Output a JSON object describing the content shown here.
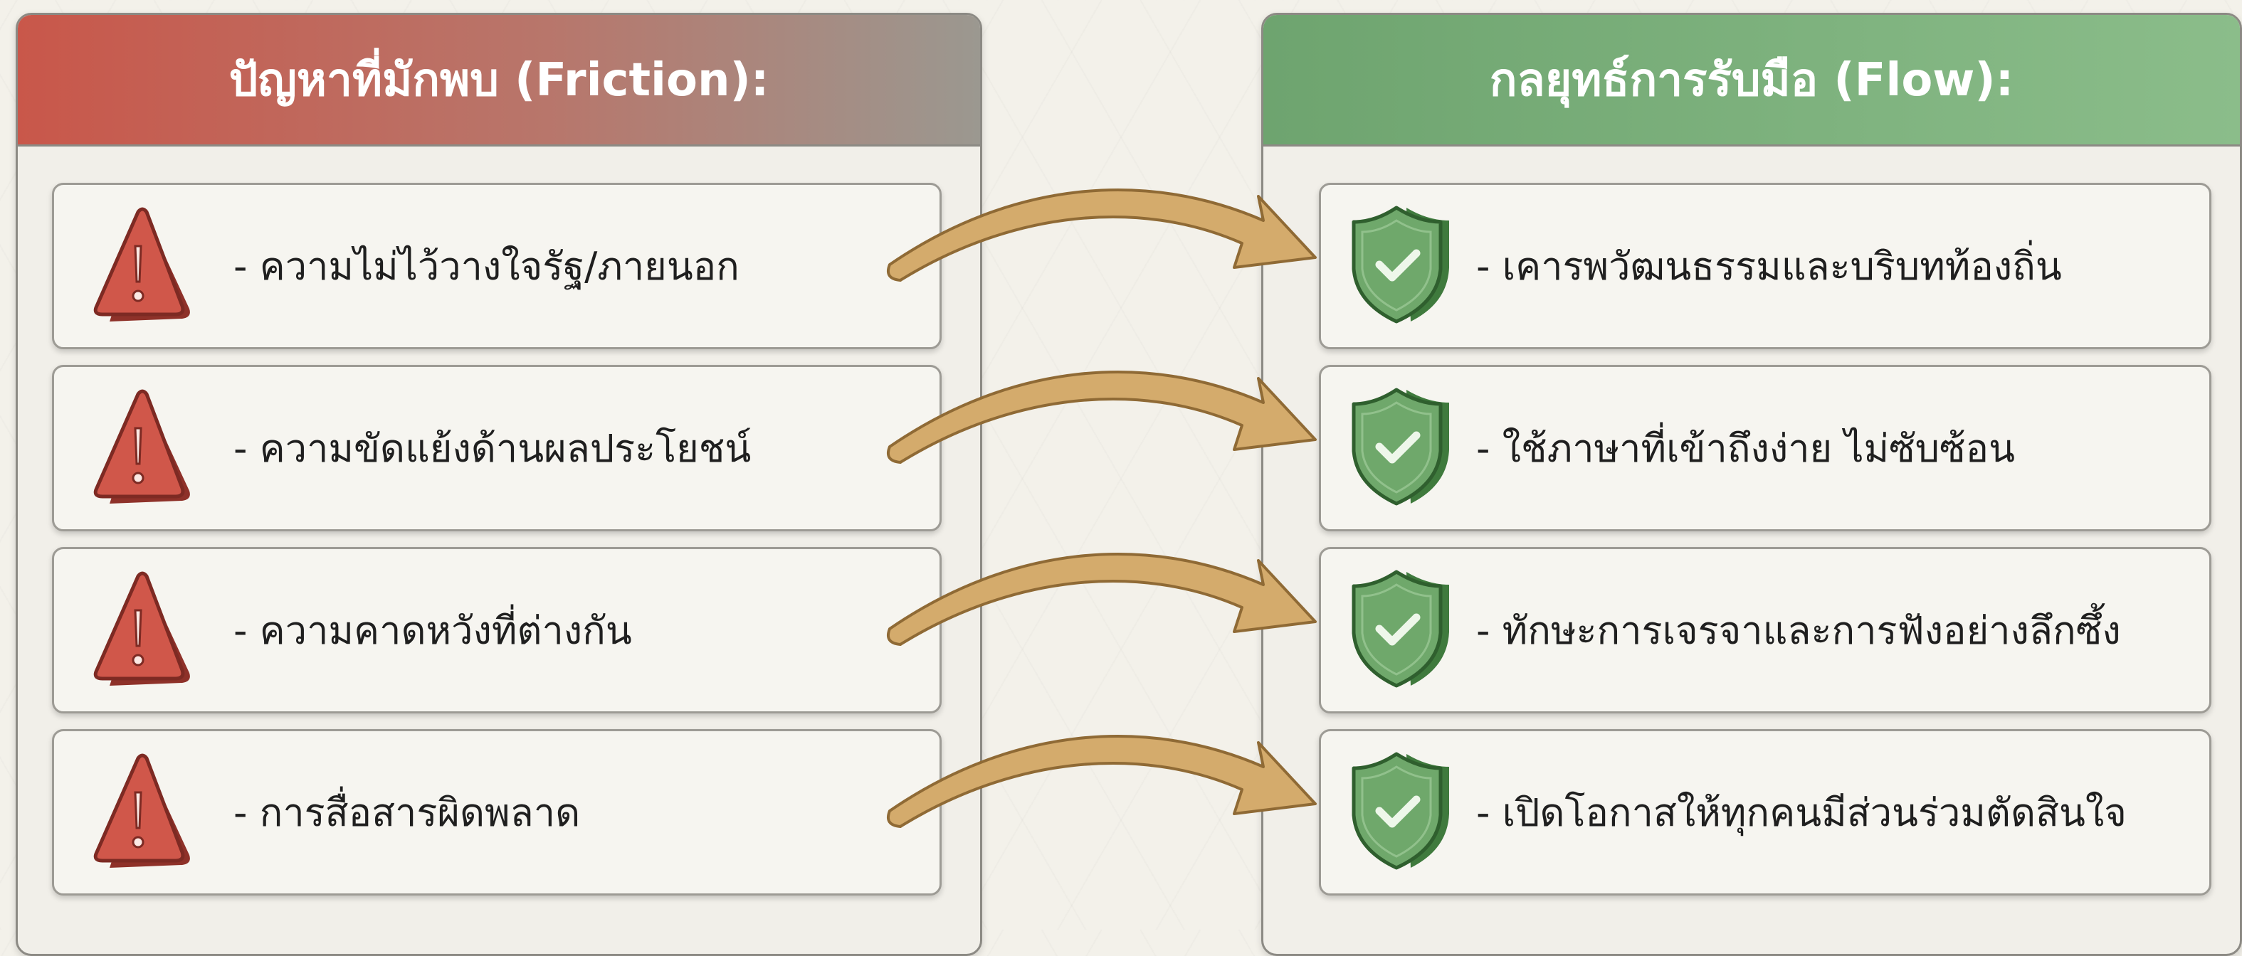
{
  "friction": {
    "title": "ปัญหาที่มักพบ (Friction):",
    "icon": "warning-triangle-icon",
    "items": [
      "- ความไม่ไว้วางใจรัฐ/ภายนอก",
      "- ความขัดแย้งด้านผลประโยชน์",
      "- ความคาดหวังที่ต่างกัน",
      "- การสื่อสารผิดพลาด"
    ]
  },
  "flow": {
    "title": "กลยุทธ์การรับมือ (Flow):",
    "icon": "shield-check-icon",
    "items": [
      "- เคารพวัฒนธรรมและบริบทท้องถิ่น",
      "- ใช้ภาษาที่เข้าถึงง่าย ไม่ซับซ้อน",
      "- ทักษะการเจรจาและการฟังอย่างลึกซึ้ง",
      "- เปิดโอกาสให้ทุกคนมีส่วนร่วมตัดสินใจ"
    ]
  },
  "colors": {
    "friction_header": "#c9574a",
    "flow_header": "#7fb37f",
    "arrow": "#d4ab6c",
    "warning": "#d0574a",
    "shield": "#6fa86b"
  }
}
